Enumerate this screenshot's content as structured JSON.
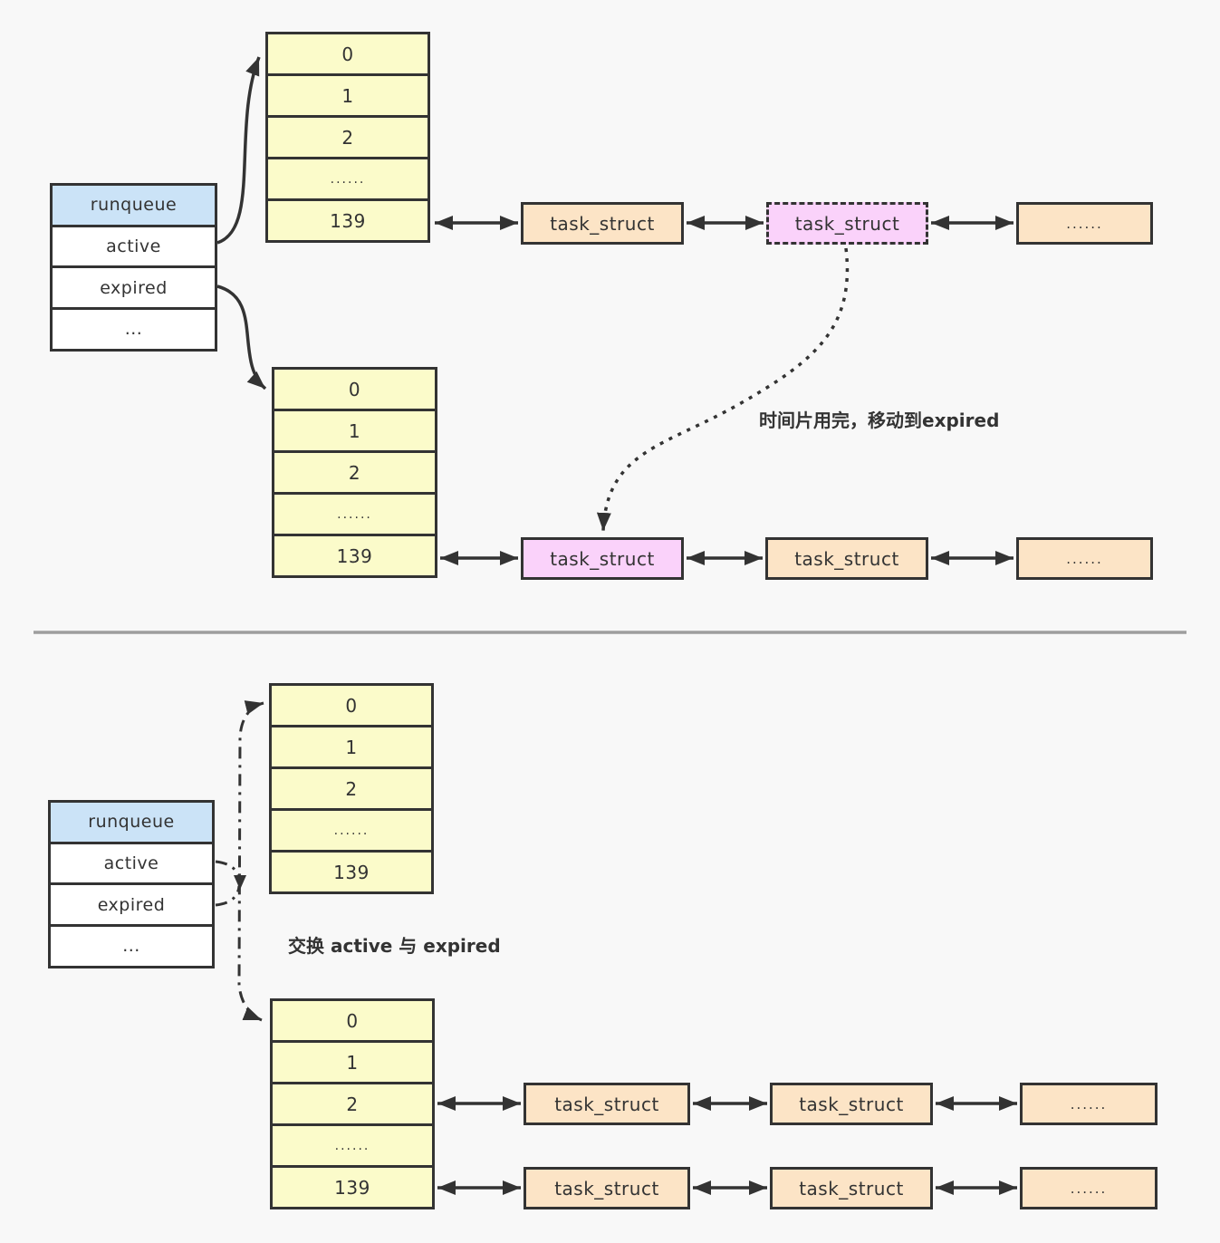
{
  "colors": {
    "background": "#f8f8f8",
    "array_fill": "#fbfbca",
    "runqueue_header_fill": "#cbe3f7",
    "task_fill": "#fce4c6",
    "highlight_task_fill": "#fad2fa",
    "line": "#333333",
    "divider": "#9e9e9e"
  },
  "p1": {
    "runqueue": {
      "header": "runqueue",
      "rows": [
        "active",
        "expired",
        "..."
      ]
    },
    "activeArray": {
      "cells": [
        "0",
        "1",
        "2",
        "......",
        "139"
      ]
    },
    "expiredArray": {
      "cells": [
        "0",
        "1",
        "2",
        "......",
        "139"
      ]
    },
    "activeChain": [
      "task_struct",
      "task_struct",
      "......"
    ],
    "expiredChain": [
      "task_struct",
      "task_struct",
      "......"
    ],
    "note": "时间片用完，移动到expired"
  },
  "p2": {
    "runqueue": {
      "header": "runqueue",
      "rows": [
        "active",
        "expired",
        "..."
      ]
    },
    "upperArray": {
      "cells": [
        "0",
        "1",
        "2",
        "......",
        "139"
      ]
    },
    "lowerArray": {
      "cells": [
        "0",
        "1",
        "2",
        "......",
        "139"
      ]
    },
    "chainPrio2": [
      "task_struct",
      "task_struct",
      "......"
    ],
    "chainPrio139": [
      "task_struct",
      "task_struct",
      "......"
    ],
    "note": "交换 active 与 expired"
  }
}
